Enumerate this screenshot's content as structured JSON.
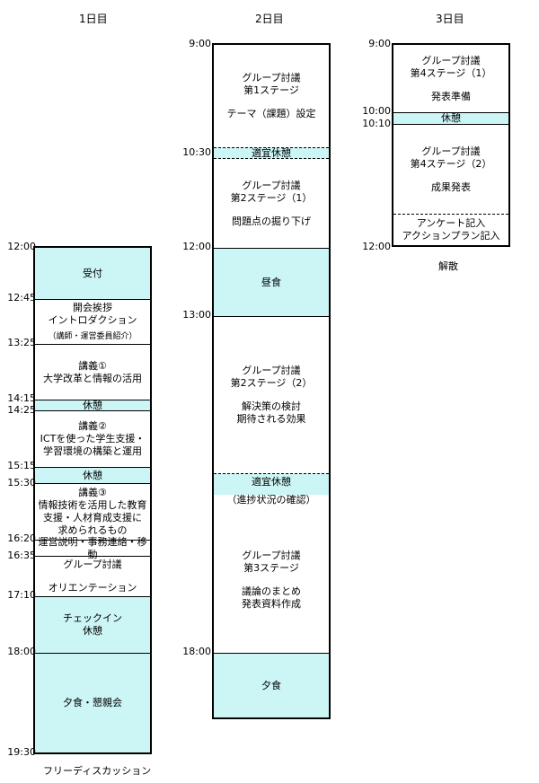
{
  "headers": {
    "day1": "1日目",
    "day2": "2日目",
    "day3": "3日目"
  },
  "day1": {
    "times": [
      "12:00",
      "12:45",
      "13:25",
      "14:15",
      "14:25",
      "15:15",
      "15:30",
      "16:20",
      "16:35",
      "17:10",
      "18:00",
      "19:30"
    ],
    "reception": "受付",
    "opening": {
      "l1": "開会挨拶",
      "l2": "イントロダクション",
      "l3": "（講師・運営委員紹介）"
    },
    "lecture1": {
      "l1": "講義①",
      "l2": "大学改革と情報の活用"
    },
    "break1": "休憩",
    "lecture2": {
      "l1": "講義②",
      "l2": "ICTを使った学生支援・",
      "l3": "学習環境の構築と運用"
    },
    "break2": "休憩",
    "lecture3": {
      "l1": "講義③",
      "l2": "情報技術を活用した教育",
      "l3": "支援・人材育成支援に",
      "l4": "求められるもの"
    },
    "admin": "運営説明・事務連絡・移動",
    "orientation": {
      "l1": "グループ討議",
      "l2": "オリエンテーション"
    },
    "checkin": {
      "l1": "チェックイン",
      "l2": "休憩"
    },
    "dinner": "夕食・懇親会",
    "footer": "フリーディスカッション"
  },
  "day2": {
    "times": [
      "9:00",
      "10:30",
      "12:00",
      "13:00",
      "18:00"
    ],
    "stage1": {
      "l1": "グループ討議",
      "l2": "第1ステージ",
      "l3": "テーマ（課題）設定"
    },
    "break1": "適宜休憩",
    "stage2_1": {
      "l1": "グループ討議",
      "l2": "第2ステージ（1）",
      "l3": "問題点の掘り下げ"
    },
    "lunch": "昼食",
    "stage2_2": {
      "l1": "グループ討議",
      "l2": "第2ステージ（2）",
      "l3": "解決策の検討",
      "l4": "期待される効果"
    },
    "break2": "適宜休憩",
    "progress": "（進捗状況の確認）",
    "stage3": {
      "l1": "グループ討議",
      "l2": "第3ステージ",
      "l3": "議論のまとめ",
      "l4": "発表資料作成"
    },
    "dinner": "夕食"
  },
  "day3": {
    "times": [
      "9:00",
      "10:00",
      "10:10",
      "12:00"
    ],
    "stage4_1": {
      "l1": "グループ討議",
      "l2": "第4ステージ（1）",
      "l3": "発表準備"
    },
    "break": "休憩",
    "stage4_2": {
      "l1": "グループ討議",
      "l2": "第4ステージ（2）",
      "l3": "成果発表"
    },
    "survey": {
      "l1": "アンケート記入",
      "l2": "アクションプラン記入"
    },
    "footer": "解散"
  }
}
